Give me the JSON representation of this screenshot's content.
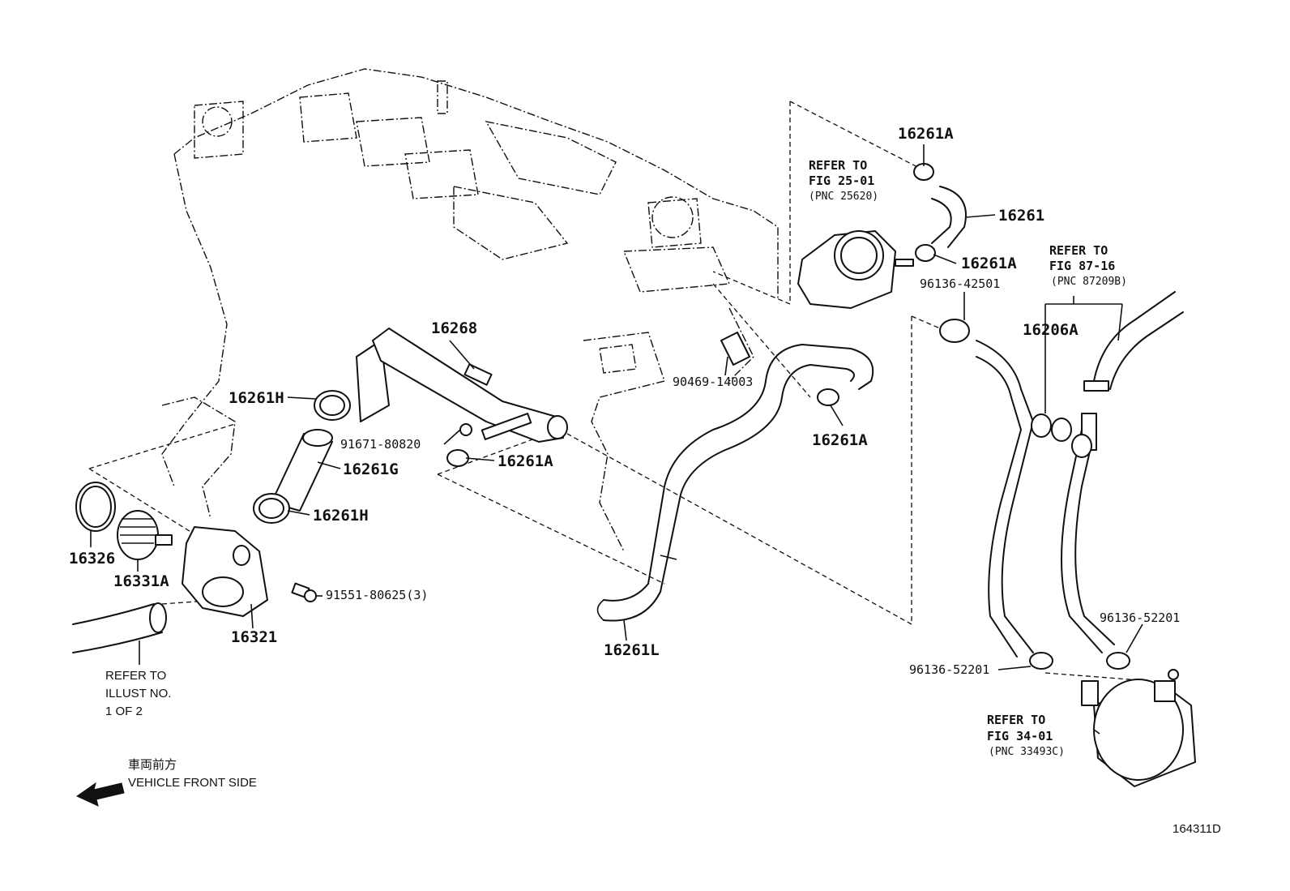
{
  "parts": {
    "p16268": "16268",
    "p16261A_top": "16261A",
    "p16261": "16261",
    "p16261A_mid": "16261A",
    "p96136_42501": "96136-42501",
    "p16206A": "16206A",
    "p90469_14003": "90469-14003",
    "p16261A_right": "16261A",
    "p16261H_top": "16261H",
    "p91671_80820": "91671-80820",
    "p16261A_left": "16261A",
    "p16261G": "16261G",
    "p16261H_bot": "16261H",
    "p16326": "16326",
    "p16331A": "16331A",
    "p91551_80625": "91551-80625(3)",
    "p16321": "16321",
    "p16261L": "16261L",
    "p96136_52201_r": "96136-52201",
    "p96136_52201_l": "96136-52201"
  },
  "refs": {
    "fig25": {
      "l1": "REFER TO",
      "l2": "FIG 25-01",
      "l3": "(PNC 25620)"
    },
    "fig87": {
      "l1": "REFER TO",
      "l2": "FIG 87-16",
      "l3": "(PNC 87209B)"
    },
    "fig34": {
      "l1": "REFER TO",
      "l2": "FIG 34-01",
      "l3": "(PNC 33493C)"
    },
    "illust": {
      "l1": "REFER TO",
      "l2": "ILLUST NO.",
      "l3": "1 OF 2"
    }
  },
  "front": {
    "jp": "車両前方",
    "en": "VEHICLE FRONT SIDE"
  },
  "code": "164311D"
}
